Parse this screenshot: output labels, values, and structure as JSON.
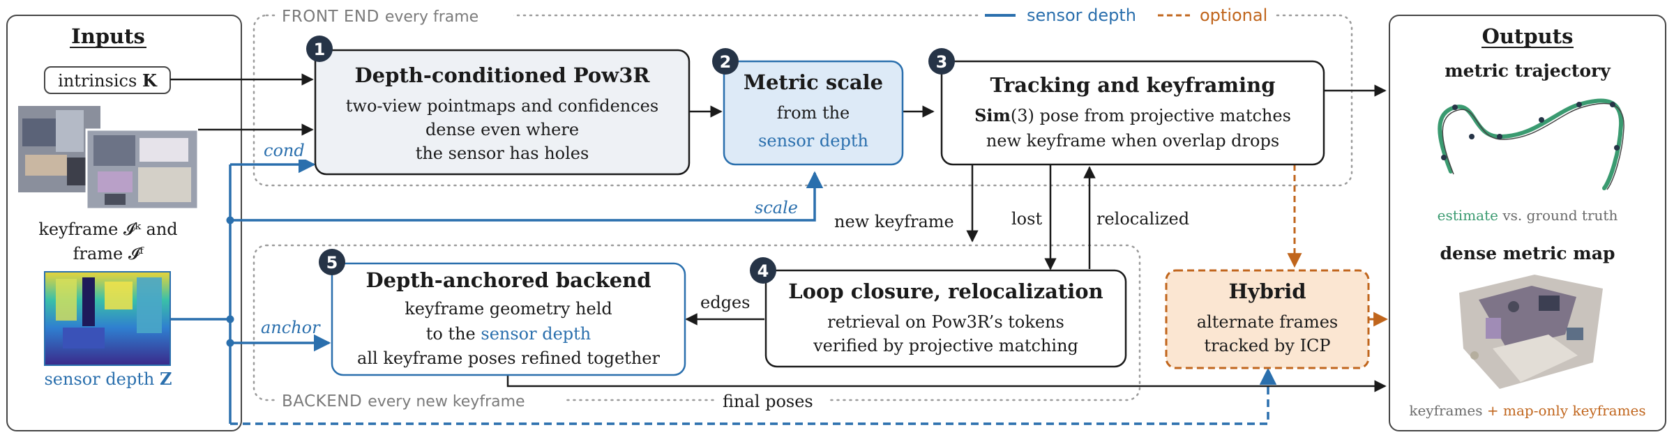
{
  "inputs": {
    "title": "Inputs",
    "intrinsics_label": "intrinsics",
    "intrinsics_symbol": "K",
    "keyframe_line1": "keyframe 𝓘ᵏ and",
    "keyframe_line2": "frame 𝓘ᶠ",
    "depth_label": "sensor depth",
    "depth_symbol": "Z"
  },
  "front_end": {
    "title": "FRONT END",
    "subtitle": "every frame"
  },
  "backend": {
    "title": "BACKEND",
    "subtitle": "every new keyframe"
  },
  "legend": {
    "solid": "sensor depth",
    "dashed": "optional"
  },
  "nodes": [
    {
      "num": "1",
      "title": "Depth-conditioned Pow3R",
      "lines": [
        "two-view pointmaps and confidences",
        "dense even where",
        "the sensor has holes"
      ]
    },
    {
      "num": "2",
      "title": "Metric scale",
      "line1": "from the",
      "line2": "sensor depth"
    },
    {
      "num": "3",
      "title": "Tracking and keyframing",
      "line1_bold": "Sim",
      "line1_rest": "(3) pose from projective matches",
      "line2": "new keyframe when overlap drops"
    },
    {
      "num": "4",
      "title": "Loop closure, relocalization",
      "lines": [
        "retrieval on Pow3R’s tokens",
        "verified by projective matching"
      ]
    },
    {
      "num": "5",
      "title": "Depth-anchored backend",
      "line1": "keyframe geometry held",
      "line2_a": "to the ",
      "line2_b": "sensor depth",
      "line3": "all keyframe poses refined together"
    },
    {
      "title": "Hybrid",
      "lines": [
        "alternate frames",
        "tracked by ICP"
      ]
    }
  ],
  "edges": {
    "cond": "cond",
    "scale": "scale",
    "anchor": "anchor",
    "new_keyframe": "new keyframe",
    "lost": "lost",
    "relocalized": "relocalized",
    "edges": "edges",
    "final_poses": "final poses"
  },
  "outputs": {
    "title": "Outputs",
    "trajectory_title": "metric trajectory",
    "trajectory_caption_a": "estimate",
    "trajectory_caption_b": "vs. ground truth",
    "map_title": "dense metric map",
    "map_caption_a": "keyframes",
    "map_caption_plus": "+",
    "map_caption_b": "map-only keyframes"
  },
  "colors": {
    "blue": "#2a6fad",
    "orange": "#c0651c",
    "green": "#3a9a70",
    "node_fill": "#eef1f5",
    "metric_fill": "#ddeaf7",
    "hybrid_fill": "#fbe6d2",
    "badge": "#263447"
  }
}
